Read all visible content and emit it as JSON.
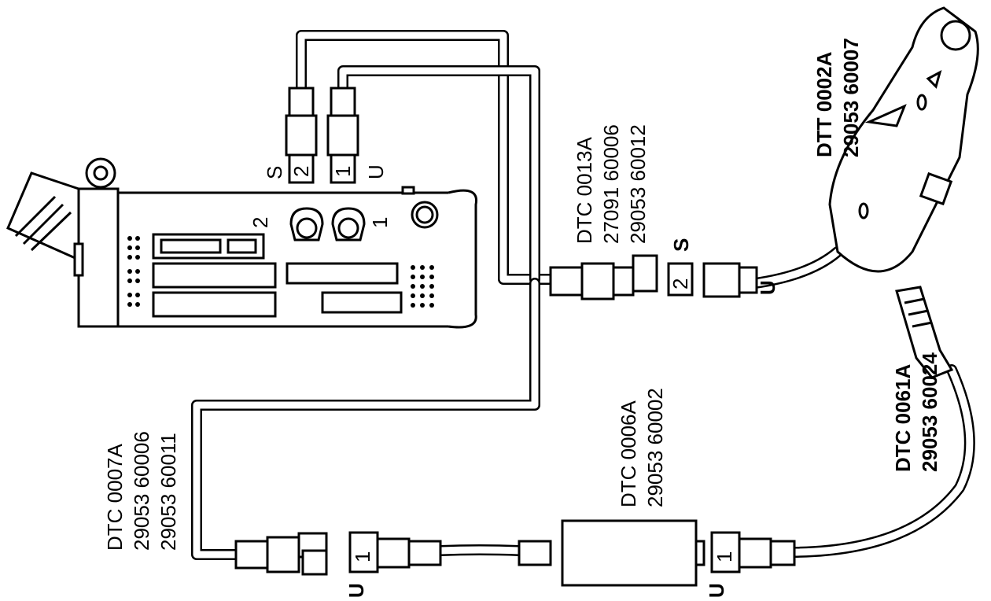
{
  "labels": {
    "dtt0002a": [
      "DTT 0002A",
      "29053 60007"
    ],
    "dtc0013a": [
      "DTC 0013A",
      "27091 60006",
      "29053 60012"
    ],
    "dtc0006a": [
      "DTC 0006A",
      "29053 60002"
    ],
    "dtc0007a": [
      "DTC 0007A",
      "29053 60006",
      "29053 60011"
    ],
    "dtc0061a": [
      "DTC 0061A",
      "29053 60024"
    ]
  },
  "ports": {
    "input_s": "S",
    "input_u": "U",
    "input_2": "2",
    "input_1": "1",
    "plug_2": "2",
    "plug_1": "1",
    "s_right": "S",
    "u_right": "U",
    "u_bottom_left": "U",
    "u_bottom_mid": "U",
    "plug_1_bottom_left": "1",
    "plug_1_bottom_mid": "1",
    "plug_2_right": "2"
  }
}
